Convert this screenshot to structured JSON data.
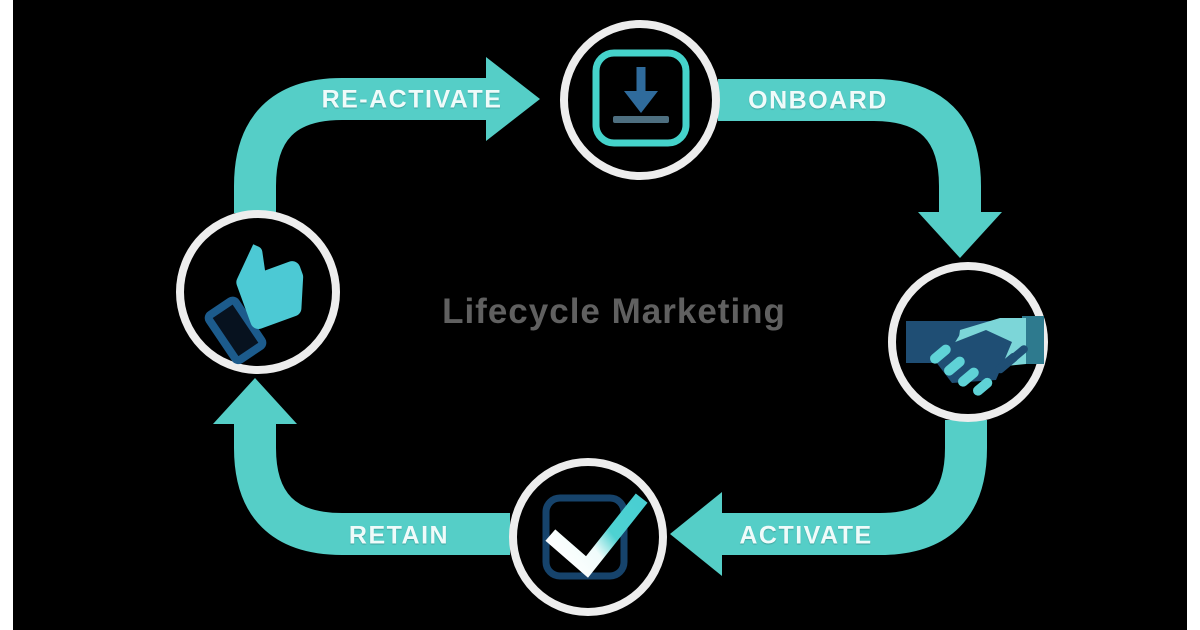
{
  "title": "Lifecycle Marketing",
  "stages": [
    {
      "label": "RE-ACTIVATE",
      "arrow_direction": "right",
      "to_icon": "download-icon"
    },
    {
      "label": "ONBOARD",
      "arrow_direction": "down",
      "to_icon": "handshake-icon"
    },
    {
      "label": "ACTIVATE",
      "arrow_direction": "left",
      "to_icon": "checkmark-icon"
    },
    {
      "label": "RETAIN",
      "arrow_direction": "up",
      "to_icon": "thumbs-up-icon"
    }
  ],
  "icons": [
    "download-icon",
    "handshake-icon",
    "checkmark-icon",
    "thumbs-up-icon"
  ],
  "colors": {
    "background_black": "#000000",
    "frame_white": "#ffffff",
    "arrow_teal": "#55cec7",
    "ring_white": "#ededed",
    "icon_dark_blue": "#1f4e74",
    "icon_medium_blue": "#2f6b9c",
    "icon_light_teal": "#7cd6d8",
    "icon_hand_teal": "#4cc9d4",
    "title_gray": "#606060",
    "label_white": "#effbfa"
  }
}
